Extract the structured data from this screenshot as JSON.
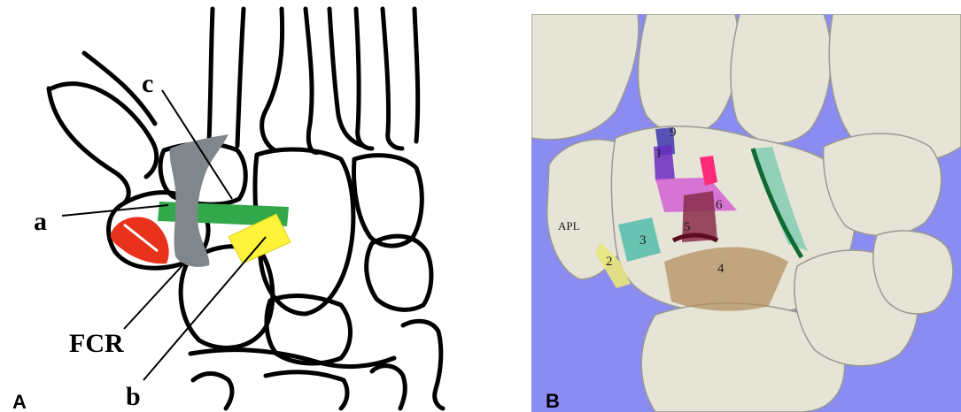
{
  "panel_a": {
    "letter": "A",
    "labels": {
      "a": "a",
      "b": "b",
      "c": "c",
      "fcr": "FCR"
    },
    "colors": {
      "green": "#32a84a",
      "gray": "#7f878c",
      "yellow": "#fff23a",
      "red": "#e8321c"
    }
  },
  "panel_b": {
    "letter": "B",
    "background": "#8b8cf2",
    "apl": "APL",
    "ligaments": [
      "1",
      "2",
      "3",
      "4",
      "5",
      "6",
      "9"
    ]
  }
}
